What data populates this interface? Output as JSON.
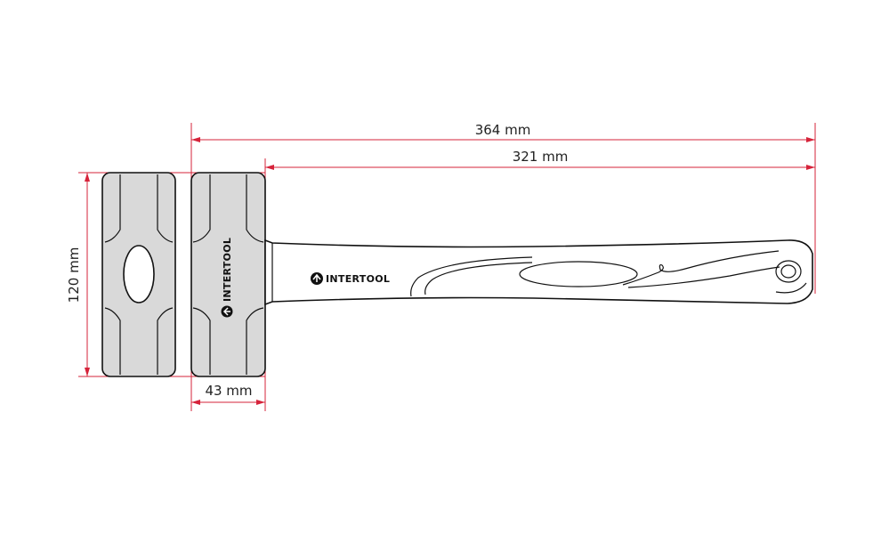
{
  "dimensions": {
    "overall_length": "364 mm",
    "handle_length": "321 mm",
    "head_height": "120 mm",
    "head_width": "43 mm"
  },
  "brand": {
    "handle_logo": "INTERTOOL",
    "head_logo": "INTERTOOL"
  },
  "colors": {
    "dimension_line": "#d6233a",
    "head_fill": "#d9d9d9",
    "outline": "#111111",
    "handle_fill": "#ffffff"
  }
}
